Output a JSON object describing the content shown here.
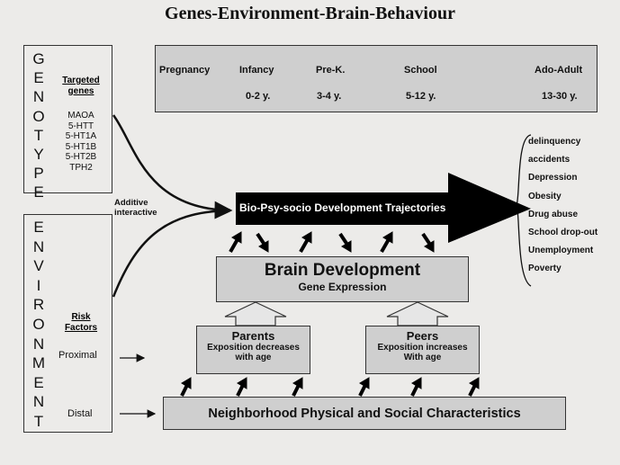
{
  "title": "Genes-Environment-Brain-Behaviour",
  "genotype": {
    "letters": [
      "G",
      "E",
      "N",
      "O",
      "T",
      "Y",
      "P",
      "E"
    ],
    "heading_line1": "Targeted",
    "heading_line2": "genes",
    "genes": [
      "MAOA",
      "5-HTT",
      "5-HT1A",
      "5-HT1B",
      "5-HT2B",
      "TPH2"
    ]
  },
  "environment": {
    "letters": [
      "E",
      "N",
      "V",
      "I",
      "R",
      "O",
      "N",
      "M",
      "E",
      "N",
      "T"
    ],
    "heading_line1": "Risk",
    "heading_line2": "Factors",
    "proximal": "Proximal",
    "distal": "Distal"
  },
  "additive_line1": "Additive",
  "additive_line2": "interactive",
  "timeline": {
    "stages": [
      {
        "label": "Pregnancy",
        "age": ""
      },
      {
        "label": "Infancy",
        "age": "0-2 y."
      },
      {
        "label": "Pre-K.",
        "age": "3-4 y."
      },
      {
        "label": "School",
        "age": "5-12 y."
      },
      {
        "label": "Ado-Adult",
        "age": "13-30 y."
      }
    ]
  },
  "trajectories_label": "Bio-Psy-socio Development Trajectories",
  "brain": {
    "title": "Brain Development",
    "subtitle": "Gene Expression"
  },
  "parents": {
    "title": "Parents",
    "line1": "Exposition decreases",
    "line2": "with age"
  },
  "peers": {
    "title": "Peers",
    "line1": "Exposition increases",
    "line2": "With age"
  },
  "neighborhood": "Neighborhood Physical and Social Characteristics",
  "outcomes": [
    "delinquency",
    "accidents",
    "Depression",
    "Obesity",
    "Drug abuse",
    "School drop-out",
    "Unemployment",
    "Poverty"
  ],
  "colors": {
    "background": "#ecebe9",
    "box_fill": "#cfcfcf",
    "arrow": "#111111"
  }
}
